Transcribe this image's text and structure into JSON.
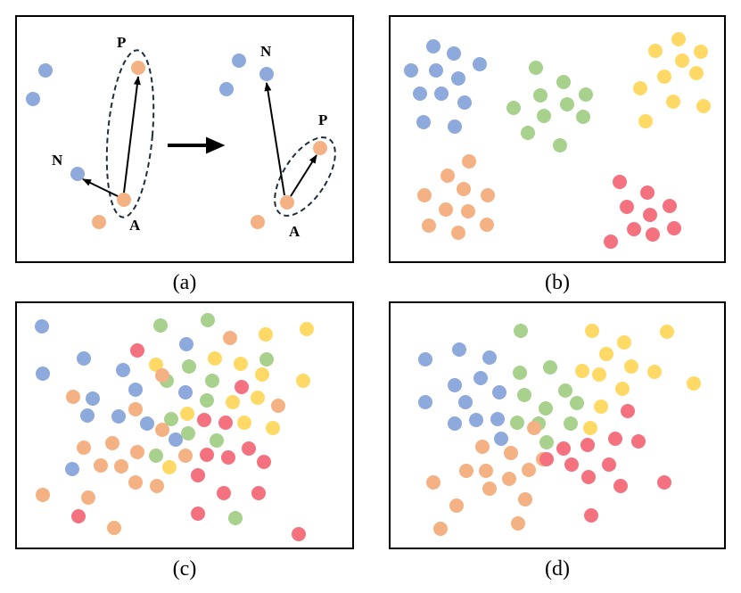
{
  "colors": {
    "blue": "#8ea9db",
    "orange": "#f4b183",
    "green": "#a9d18e",
    "yellow": "#ffd966",
    "red": "#f4727f",
    "ink": "#000000",
    "ellipse": "#1f2d3d"
  },
  "captions": {
    "a": "(a)",
    "b": "(b)",
    "c": "(c)",
    "d": "(d)"
  },
  "panel_a": {
    "left": {
      "label_p": "P",
      "label_n": "N",
      "label_a": "A"
    },
    "right": {
      "label_p": "P",
      "label_n": "N",
      "label_a": "A"
    }
  }
}
